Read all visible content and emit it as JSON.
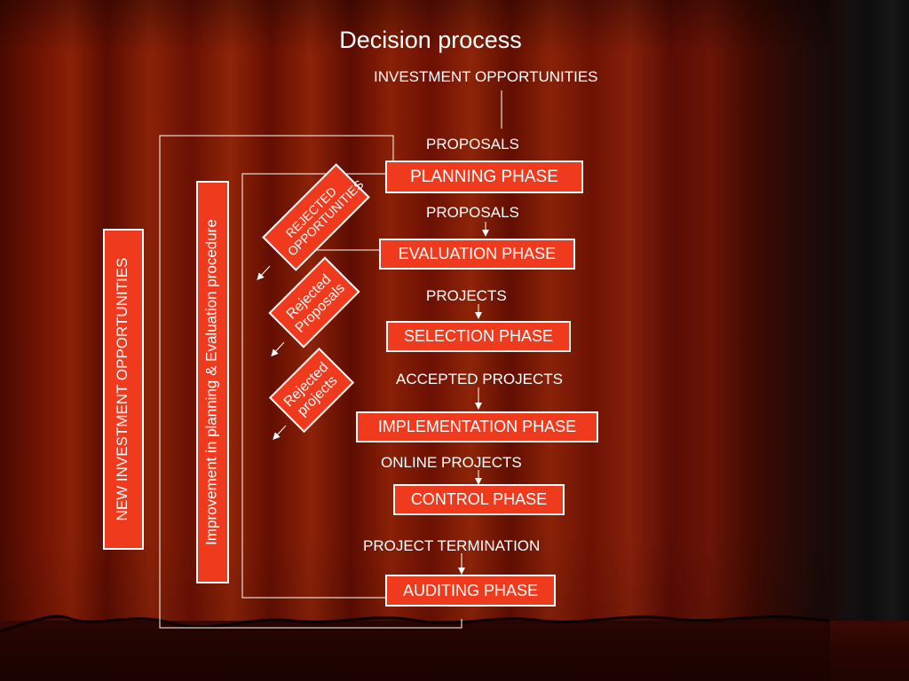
{
  "title": "Decision process",
  "labels": {
    "investment_opportunities": "INVESTMENT OPPORTUNITIES",
    "proposals_1": "PROPOSALS",
    "proposals_2": "PROPOSALS",
    "projects": "PROJECTS",
    "accepted_projects": "ACCEPTED PROJECTS",
    "online_projects": "ONLINE PROJECTS",
    "project_termination": "PROJECT TERMINATION"
  },
  "phases": {
    "planning": "PLANNING PHASE",
    "evaluation": "EVALUATION PHASE",
    "selection": "SELECTION PHASE",
    "implementation": "IMPLEMENTATION PHASE",
    "control": "CONTROL PHASE",
    "auditing": "AUDITING PHASE"
  },
  "side_boxes": {
    "new_opportunities": "NEW INVESTMENT OPPORTUNITIES",
    "improvement": "Improvement in planning & Evaluation procedure"
  },
  "rejections": {
    "opportunities_line1": "REJECTED",
    "opportunities_line2": "OPPORTUNITIES",
    "proposals_line1": "Rejected",
    "proposals_line2": "Proposals",
    "projects_line1": "Rejected",
    "projects_line2": "projects"
  },
  "colors": {
    "box_fill": "#f03a1e",
    "box_border": "#ffffff",
    "text": "#ffffff"
  }
}
